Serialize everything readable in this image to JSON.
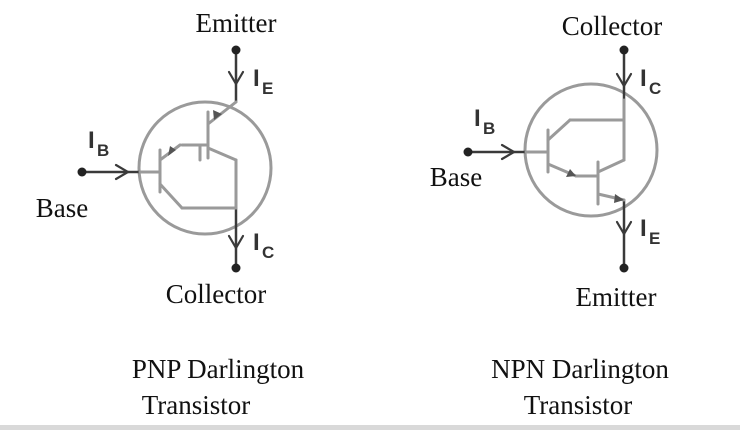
{
  "pnp": {
    "top_terminal": "Emitter",
    "bottom_terminal": "Collector",
    "base_terminal": "Base",
    "top_current": "I",
    "top_current_sub": "E",
    "bottom_current": "I",
    "bottom_current_sub": "C",
    "base_current": "I",
    "base_current_sub": "B",
    "caption_line1": "PNP Darlington",
    "caption_line2": "Transistor"
  },
  "npn": {
    "top_terminal": "Collector",
    "bottom_terminal": "Emitter",
    "base_terminal": "Base",
    "top_current": "I",
    "top_current_sub": "C",
    "bottom_current": "I",
    "bottom_current_sub": "E",
    "base_current": "I",
    "base_current_sub": "B",
    "caption_line1": "NPN Darlington",
    "caption_line2": "Transistor"
  }
}
